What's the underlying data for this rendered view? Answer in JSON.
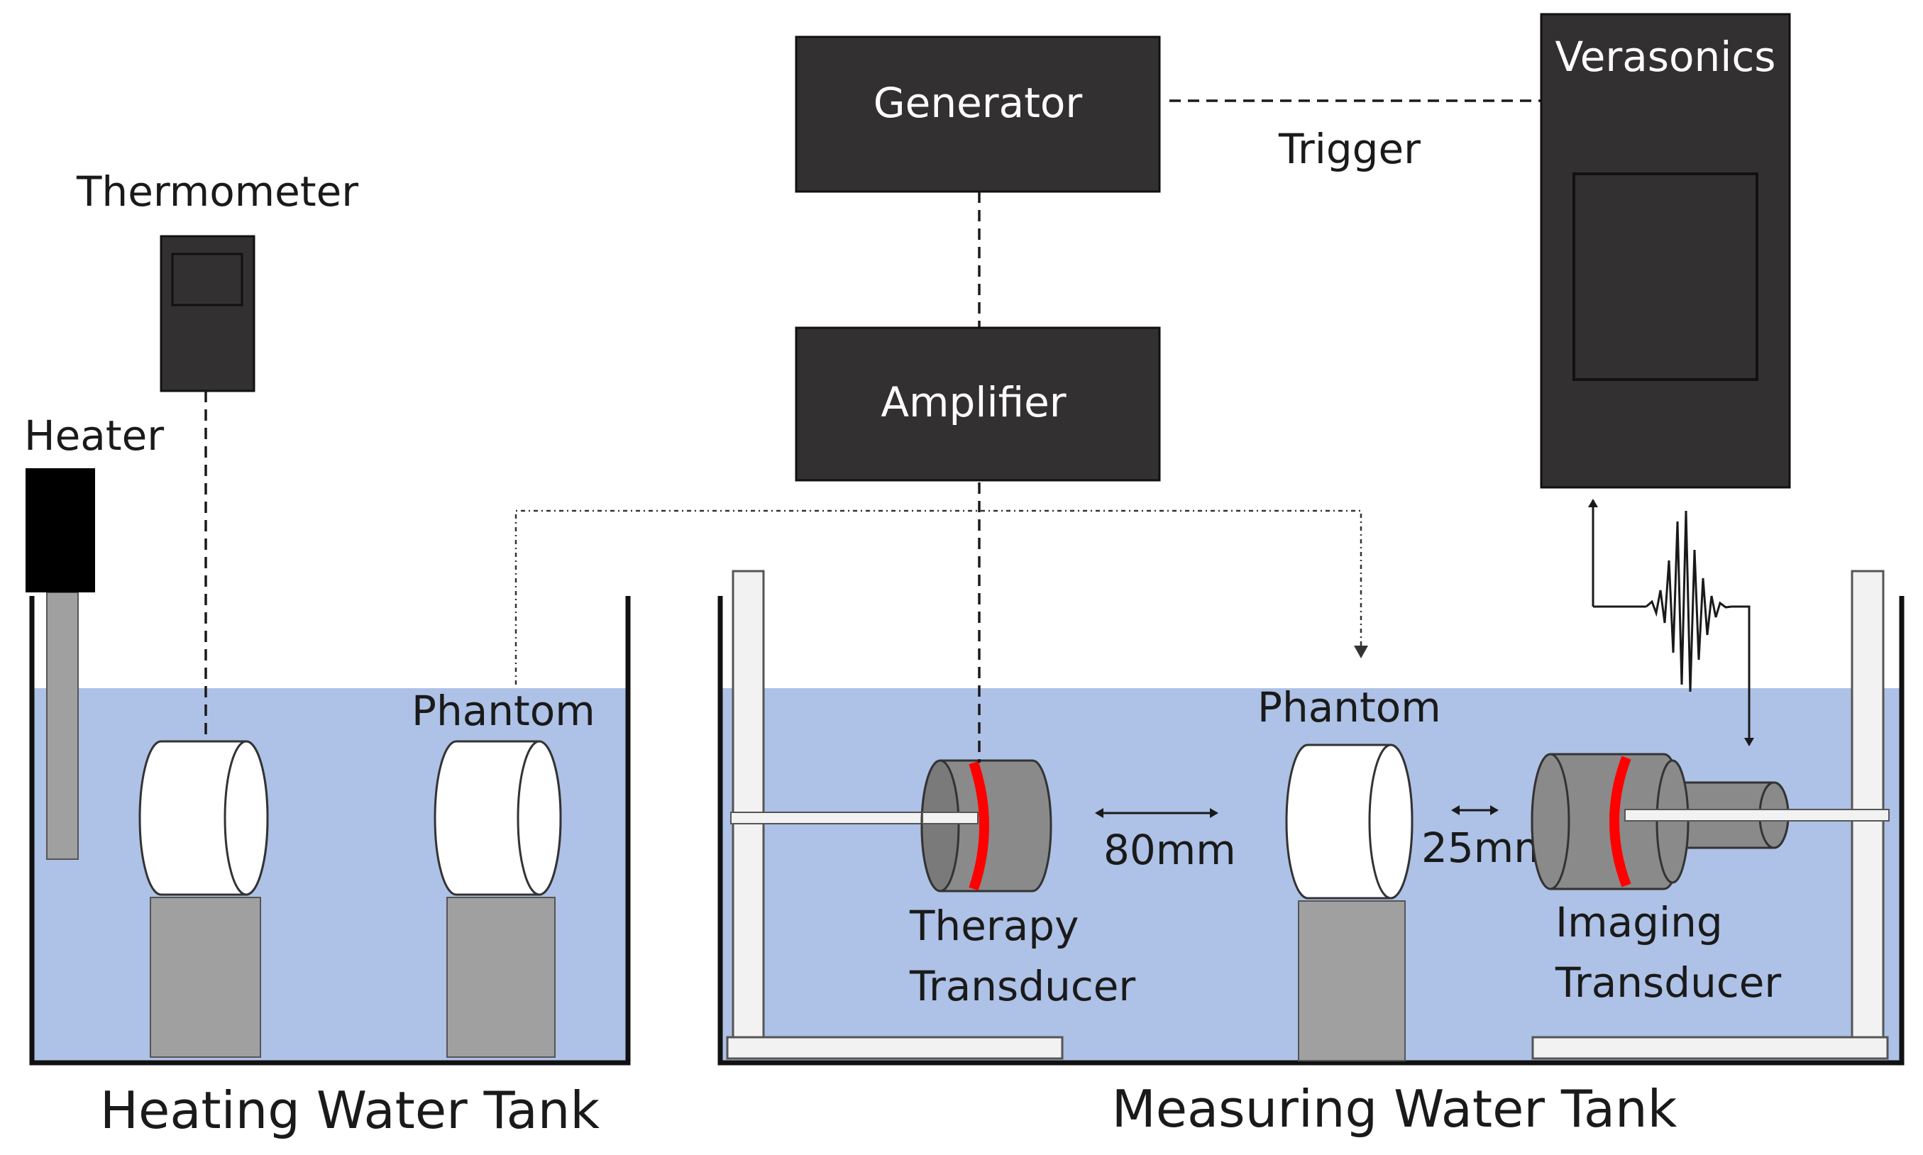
{
  "labels": {
    "thermometer": "Thermometer",
    "heater": "Heater",
    "phantom_heating": "Phantom",
    "generator": "Generator",
    "amplifier": "Amplifier",
    "trigger": "Trigger",
    "verasonics": "Verasonics",
    "phantom_measuring": "Phantom",
    "distance_therapy": "80mm",
    "distance_imaging": "25mm",
    "therapy_line1": "Therapy",
    "therapy_line2": "Transducer",
    "imaging_line1": "Imaging",
    "imaging_line2": "Transducer",
    "heating_tank": "Heating Water Tank",
    "measuring_tank": "Measuring Water Tank"
  },
  "colors": {
    "water": "#aec1e6",
    "dark_box": "#333031",
    "heater_head": "#000000",
    "stand_gray": "#a0a0a0",
    "transducer_gray": "#8a8a8a",
    "transducer_face": "#ff0000",
    "tank_wall": "#111111"
  }
}
